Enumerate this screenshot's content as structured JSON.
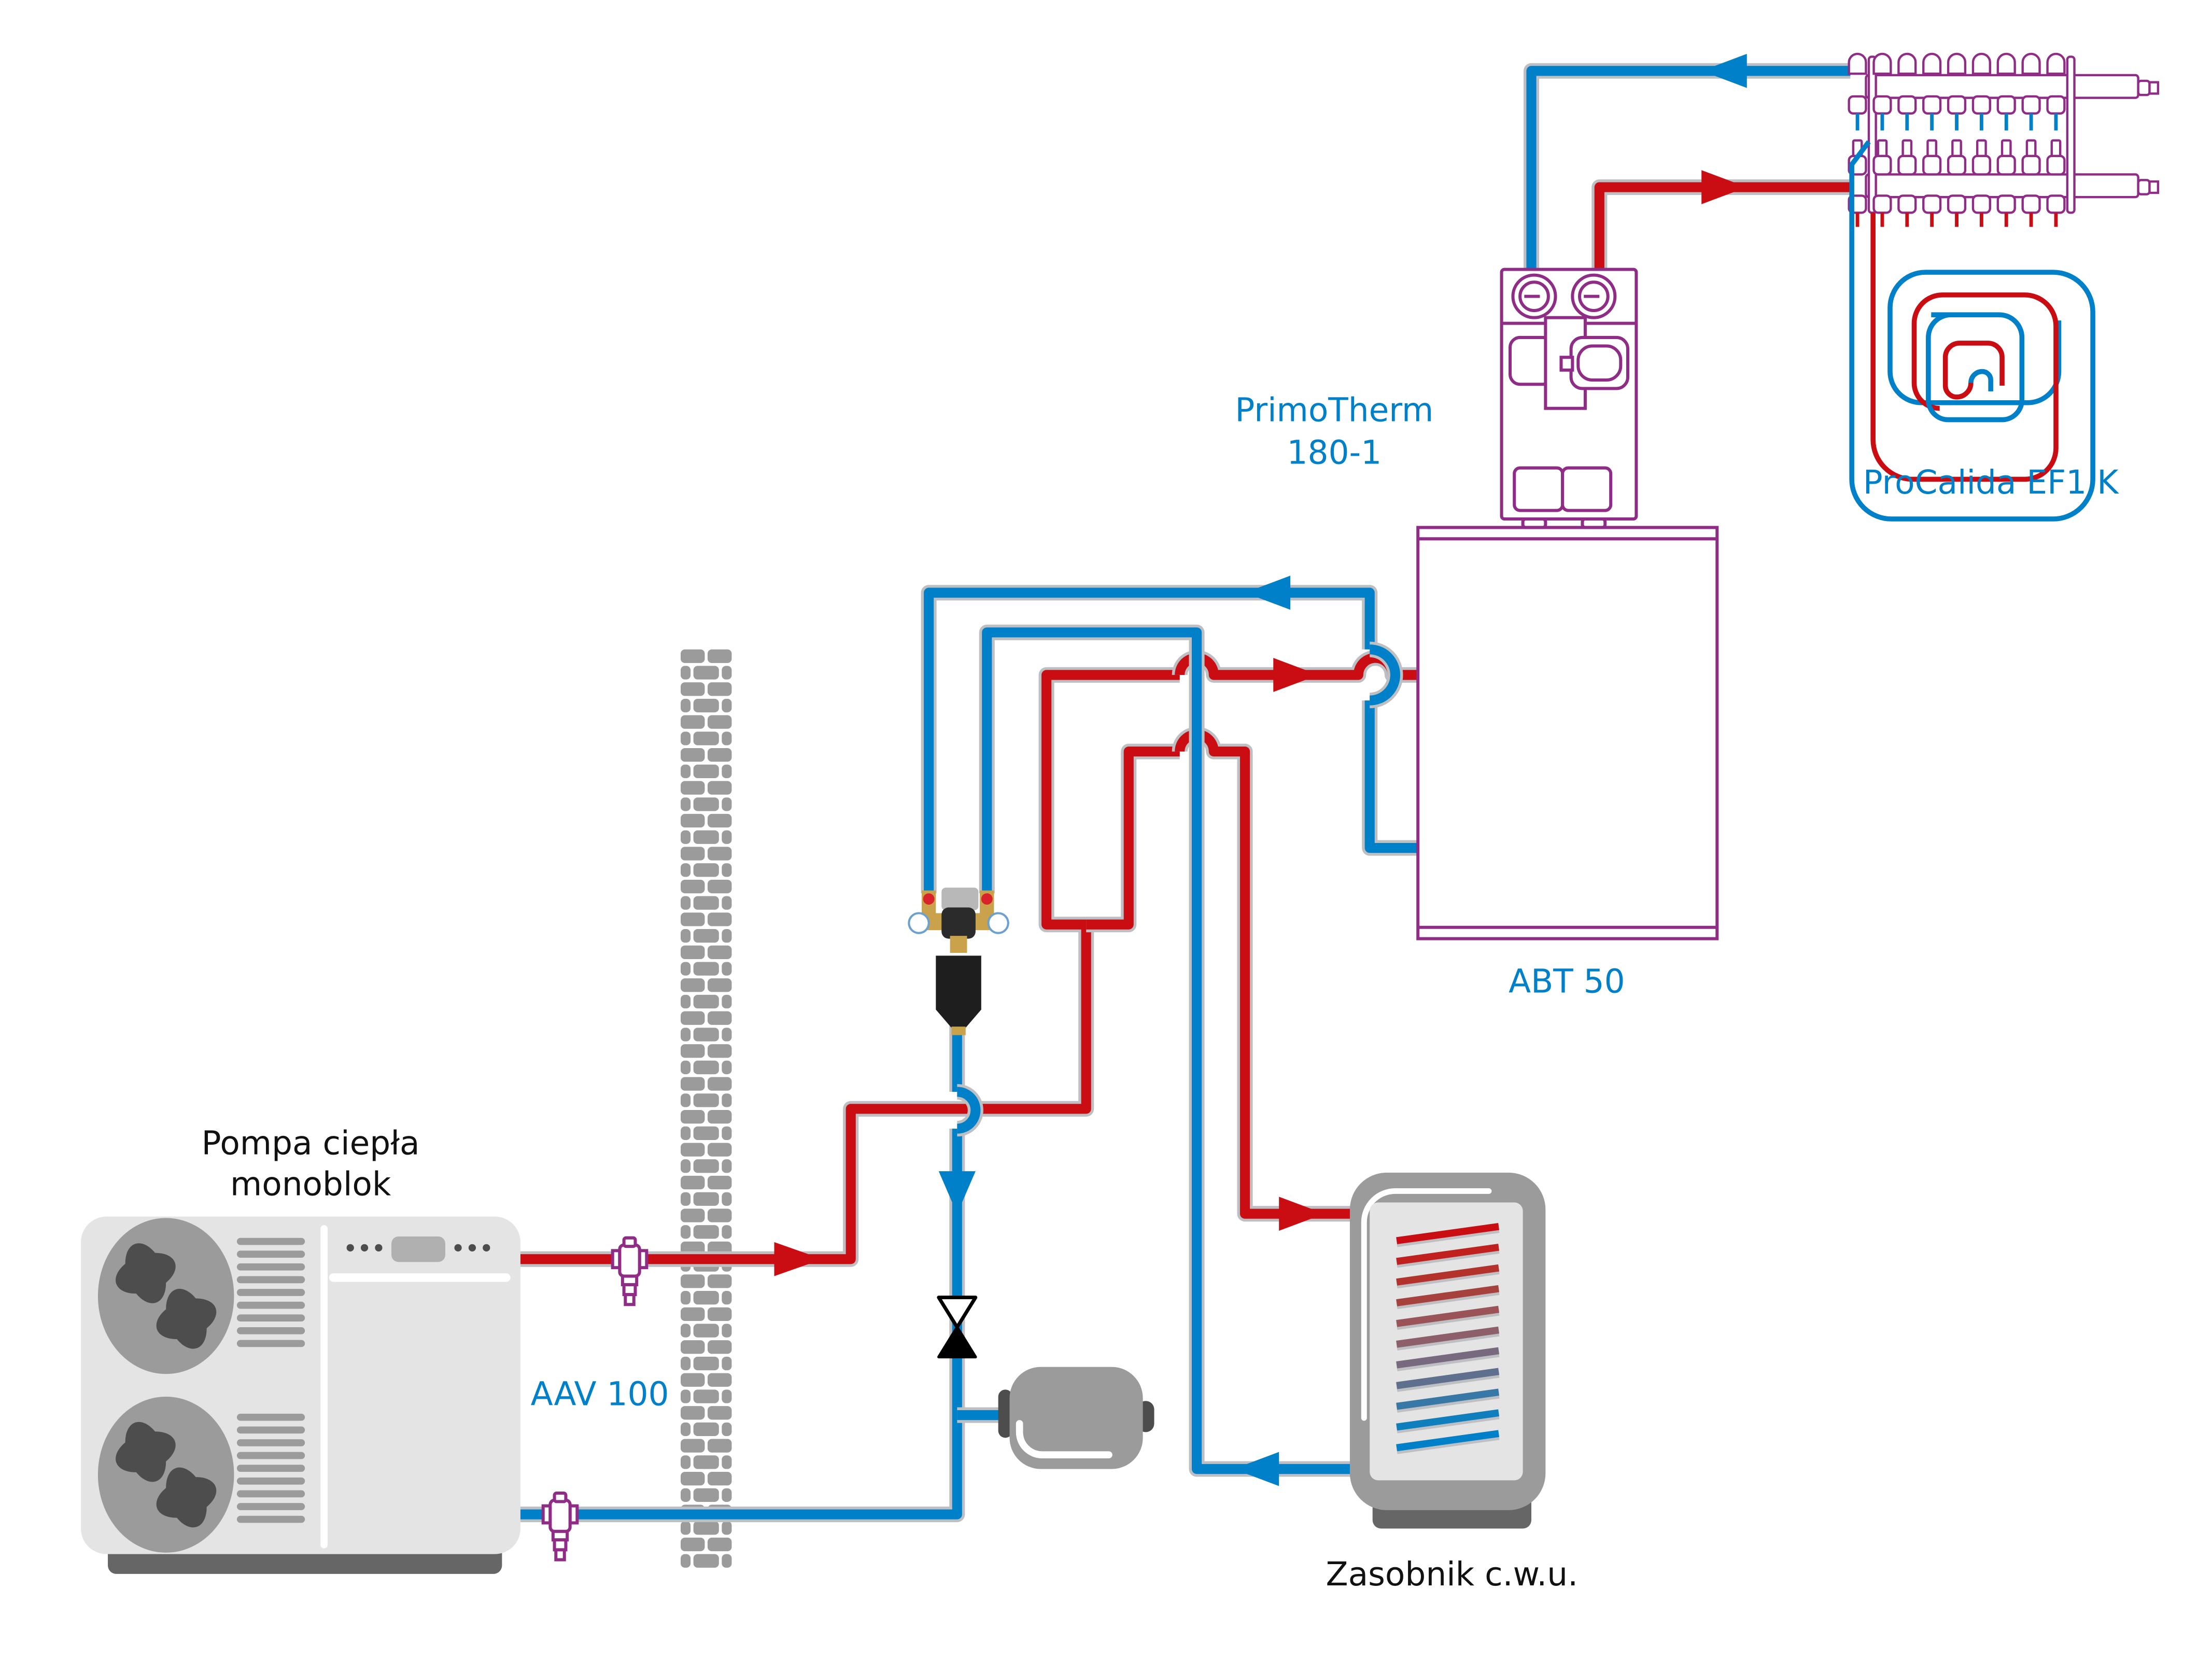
{
  "diagram": {
    "title": "Heat pump monoblock installation scheme",
    "colors": {
      "supply_hot": "#C90D12",
      "return_cold": "#0080C8",
      "pipe_outline": "#BDBFC3",
      "product_outline": "#8E2C86",
      "equipment_gray": "#9B9B9B",
      "equipment_light": "#E4E4E4",
      "equipment_dark": "#4D4D4D",
      "wall_brick": "#9B9B9B"
    },
    "labels": {
      "heat_pump_line1": "Pompa ciepła",
      "heat_pump_line2": "monoblok",
      "antifreeze_valve": "AAV 100",
      "buffer_tank": "ABT 50",
      "pump_group_line1": "PrimoTherm",
      "pump_group_line2": "180-1",
      "floor_heating": "ProCalida EF1 K",
      "dhw_tank": "Zasobnik c.w.u."
    },
    "components": [
      {
        "id": "heat-pump",
        "name": "Pompa ciepła monoblok",
        "fans": 2
      },
      {
        "id": "antifreeze-valves",
        "name": "AAV 100",
        "count": 2
      },
      {
        "id": "wall",
        "name": "Building wall"
      },
      {
        "id": "valve-group",
        "name": "Switching valve with filter",
        "gauges": 2
      },
      {
        "id": "shutoff-valve",
        "name": "Shut-off valve"
      },
      {
        "id": "expansion-vessel",
        "name": "Expansion vessel"
      },
      {
        "id": "buffer-tank",
        "name": "ABT 50"
      },
      {
        "id": "pump-group",
        "name": "PrimoTherm 180-1",
        "gauges": 2
      },
      {
        "id": "manifold",
        "name": "Floor heating manifold",
        "circuits": 8
      },
      {
        "id": "floor-loop",
        "name": "ProCalida EF1 K"
      },
      {
        "id": "dhw-tank",
        "name": "Zasobnik c.w.u.",
        "coil_turns": 10
      }
    ],
    "flow_arrows": [
      {
        "circuit": "heat-pump-supply",
        "direction": "right"
      },
      {
        "circuit": "buffer-supply",
        "direction": "right"
      },
      {
        "circuit": "buffer-return",
        "direction": "left"
      },
      {
        "circuit": "heat-pump-return",
        "direction": "down"
      },
      {
        "circuit": "dhw-supply",
        "direction": "right"
      },
      {
        "circuit": "dhw-return",
        "direction": "left"
      },
      {
        "circuit": "floor-supply",
        "direction": "right"
      },
      {
        "circuit": "floor-return",
        "direction": "left"
      }
    ]
  }
}
